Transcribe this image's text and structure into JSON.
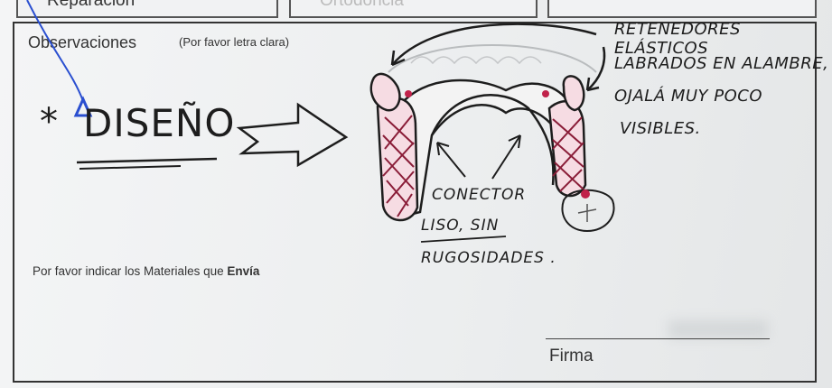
{
  "header": {
    "cell_1": "Reparación",
    "cell_2": "Ortodoncia",
    "cell_3": ""
  },
  "observations": {
    "title": "Observaciones",
    "subtitle": "(Por favor letra clara)"
  },
  "handwriting": {
    "star": "*",
    "design": "DISEÑO",
    "note_lines": [
      "RETENEDORES ELÁSTICOS",
      "LABRADOS EN ALAMBRE,",
      "OJALÁ MUY POCO",
      "VISIBLES."
    ],
    "connector_lines": [
      "CONECTOR",
      "LISO, SIN",
      "RUGOSIDADES ."
    ]
  },
  "materials": {
    "label": "Por favor indicar los Materiales que",
    "emphasis": "Envía"
  },
  "signature": {
    "label": "Firma"
  },
  "colors": {
    "ink": "#1d1d1d",
    "accent_pen": "#2a4fd0",
    "red_pen": "#c0224a"
  }
}
